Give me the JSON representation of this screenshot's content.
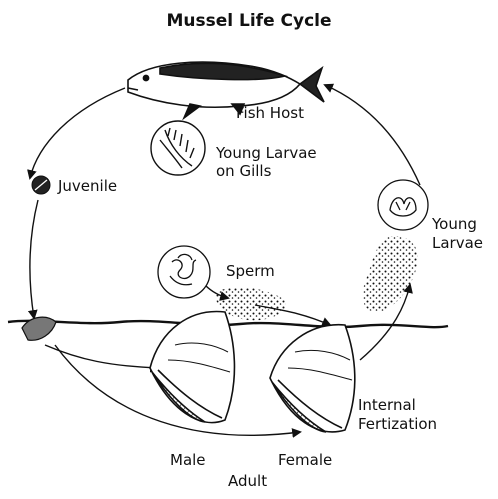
{
  "diagram": {
    "title": "Mussel Life Cycle",
    "labels": {
      "fish_host": "Fish Host",
      "young_larvae_gills": "Young Larvae\non Gills",
      "juvenile": "Juvenile",
      "young_larvae": "Young\nLarvae",
      "sperm": "Sperm",
      "internal_fertization": "Internal\nFertization",
      "male": "Male",
      "female": "Female",
      "adult": "Adult"
    }
  },
  "colors": {
    "line": "#111111",
    "background": "#ffffff"
  }
}
